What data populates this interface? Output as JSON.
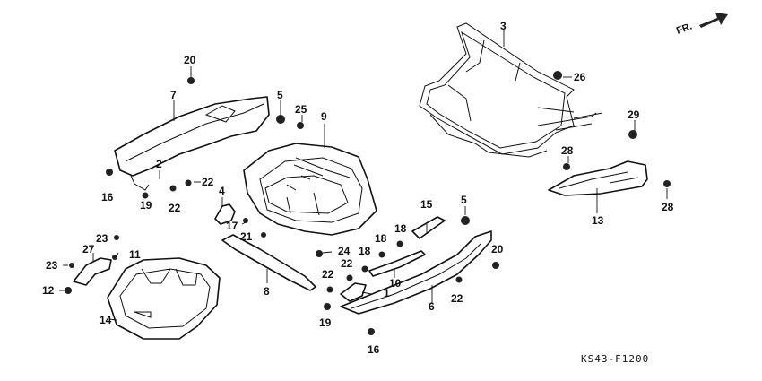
{
  "direction_label": "FR.",
  "diagram_code": "KS43-F1200",
  "callouts": [
    {
      "id": "c3",
      "text": "3"
    },
    {
      "id": "c26",
      "text": "26"
    },
    {
      "id": "c29",
      "text": "29"
    },
    {
      "id": "c28a",
      "text": "28"
    },
    {
      "id": "c28b",
      "text": "28"
    },
    {
      "id": "c13",
      "text": "13"
    },
    {
      "id": "c20a",
      "text": "20"
    },
    {
      "id": "c7",
      "text": "7"
    },
    {
      "id": "c5a",
      "text": "5"
    },
    {
      "id": "c25",
      "text": "25"
    },
    {
      "id": "c9",
      "text": "9"
    },
    {
      "id": "c2",
      "text": "2"
    },
    {
      "id": "c22a",
      "text": "22"
    },
    {
      "id": "c16a",
      "text": "16"
    },
    {
      "id": "c19a",
      "text": "19"
    },
    {
      "id": "c22b",
      "text": "22"
    },
    {
      "id": "c4",
      "text": "4"
    },
    {
      "id": "c17",
      "text": "17"
    },
    {
      "id": "c21",
      "text": "21"
    },
    {
      "id": "c23a",
      "text": "23"
    },
    {
      "id": "c27",
      "text": "27"
    },
    {
      "id": "c11",
      "text": "11"
    },
    {
      "id": "c23b",
      "text": "23"
    },
    {
      "id": "c12",
      "text": "12"
    },
    {
      "id": "c14",
      "text": "14"
    },
    {
      "id": "c8",
      "text": "8"
    },
    {
      "id": "c24",
      "text": "24"
    },
    {
      "id": "c18a",
      "text": "18"
    },
    {
      "id": "c18b",
      "text": "18"
    },
    {
      "id": "c18c",
      "text": "18"
    },
    {
      "id": "c15",
      "text": "15"
    },
    {
      "id": "c5b",
      "text": "5"
    },
    {
      "id": "c22c",
      "text": "22"
    },
    {
      "id": "c22d",
      "text": "22"
    },
    {
      "id": "c1",
      "text": "1"
    },
    {
      "id": "c10",
      "text": "10"
    },
    {
      "id": "c19b",
      "text": "19"
    },
    {
      "id": "c6",
      "text": "6"
    },
    {
      "id": "c22e",
      "text": "22"
    },
    {
      "id": "c20b",
      "text": "20"
    },
    {
      "id": "c16b",
      "text": "16"
    }
  ]
}
